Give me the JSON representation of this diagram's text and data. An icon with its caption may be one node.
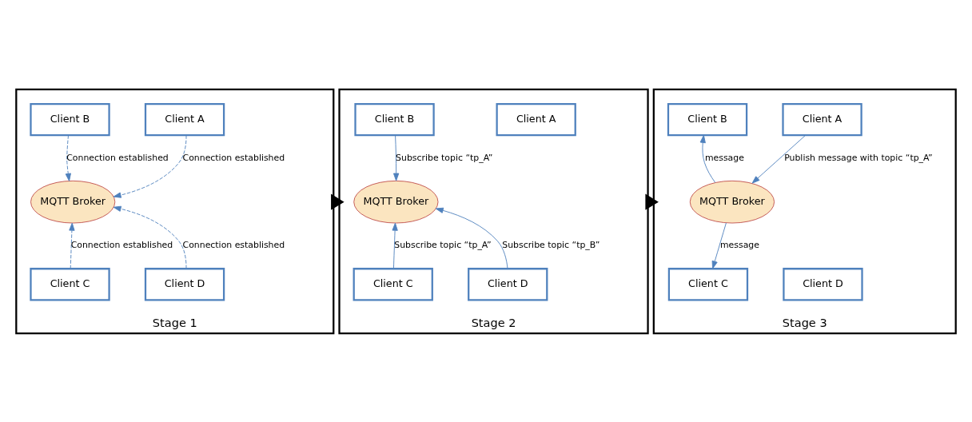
{
  "diagram": {
    "nodes": [
      {
        "text": [
          "Stage 1"
        ]
      },
      {
        "text": [
          "Client A"
        ],
        "in": 0
      },
      {
        "text": [
          "Client B"
        ],
        "in": 0
      },
      {
        "text": [
          "MQTT Broker"
        ],
        "in": 0
      },
      {
        "text": [
          "Client C"
        ],
        "in": 0
      },
      {
        "text": [
          "Client D"
        ],
        "in": 0
      },
      {
        "text": [
          "Stage 2"
        ]
      },
      {
        "text": [
          "Client A"
        ],
        "in": 6
      },
      {
        "text": [
          "Client B"
        ],
        "in": 6
      },
      {
        "text": [
          "MQTT Broker"
        ],
        "in": 6
      },
      {
        "text": [
          "Client C"
        ],
        "in": 6
      },
      {
        "text": [
          "Client D"
        ],
        "in": 6
      },
      {
        "text": [
          "Stage 3"
        ]
      },
      {
        "text": [
          "Client A"
        ],
        "in": 12
      },
      {
        "text": [
          "Client B"
        ],
        "in": 12
      },
      {
        "text": [
          "MQTT Broker"
        ],
        "in": 12
      },
      {
        "text": [
          "Client C"
        ],
        "in": 12
      },
      {
        "text": [
          "Client D"
        ],
        "in": 12
      }
    ],
    "edges": [
      {
        "from": 1,
        "to": 3,
        "arrow": "to",
        "label": "Connection established",
        "style": "dashed"
      },
      {
        "from": 2,
        "to": 3,
        "arrow": "to",
        "label": "Connection established",
        "style": "dashed"
      },
      {
        "from": 4,
        "to": 3,
        "arrow": "to",
        "label": "Connection established",
        "style": "dashed"
      },
      {
        "from": 5,
        "to": 3,
        "arrow": "to",
        "label": "Connection established",
        "style": "dashed"
      },
      {
        "from": 8,
        "to": 9,
        "arrow": "to",
        "label": "Subscribe topic “tp_A”"
      },
      {
        "from": 10,
        "to": 9,
        "arrow": "to",
        "label": "Subscribe topic “tp_A”"
      },
      {
        "from": 11,
        "to": 9,
        "arrow": "to",
        "label": "Subscribe topic “tp_B”"
      },
      {
        "from": 13,
        "to": 15,
        "arrow": "to",
        "label": "Publish message with topic “tp_A”"
      },
      {
        "from": 15,
        "to": 14,
        "arrow": "to",
        "label": "message"
      },
      {
        "from": 15,
        "to": 16,
        "arrow": "to",
        "label": "message"
      },
      {
        "from": 0,
        "to": 6,
        "arrow": "to",
        "style": "thick",
        "color": "#000000"
      },
      {
        "from": 6,
        "to": 12,
        "arrow": "to",
        "style": "thick",
        "color": "#000000"
      }
    ]
  }
}
